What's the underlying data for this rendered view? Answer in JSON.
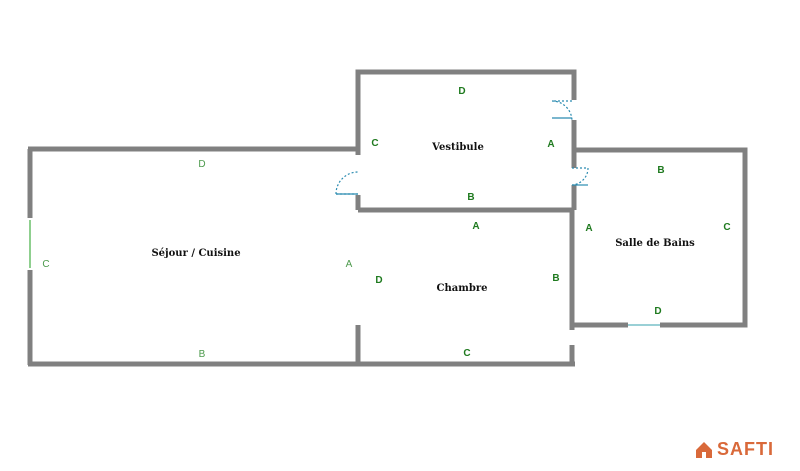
{
  "rooms": {
    "sejour": {
      "label": "Séjour / Cuisine",
      "walls": {
        "top": "D",
        "left": "C",
        "right": "A",
        "bottom": "B"
      }
    },
    "vestibule": {
      "label": "Vestibule",
      "walls": {
        "top": "D",
        "left": "C",
        "right": "A",
        "bottom": "B"
      }
    },
    "chambre": {
      "label": "Chambre",
      "walls": {
        "top": "A",
        "left": "D",
        "right": "B",
        "bottom": "C"
      }
    },
    "salle_de_bains": {
      "label": "Salle de Bains",
      "walls": {
        "top": "B",
        "left": "A",
        "right": "C",
        "bottom": "D"
      }
    }
  },
  "brand": {
    "name": "SAFTI",
    "color": "#d9693a"
  },
  "colors": {
    "wall": "#808080",
    "letter": "#1f7a1f",
    "door": "#2a8bb0"
  }
}
